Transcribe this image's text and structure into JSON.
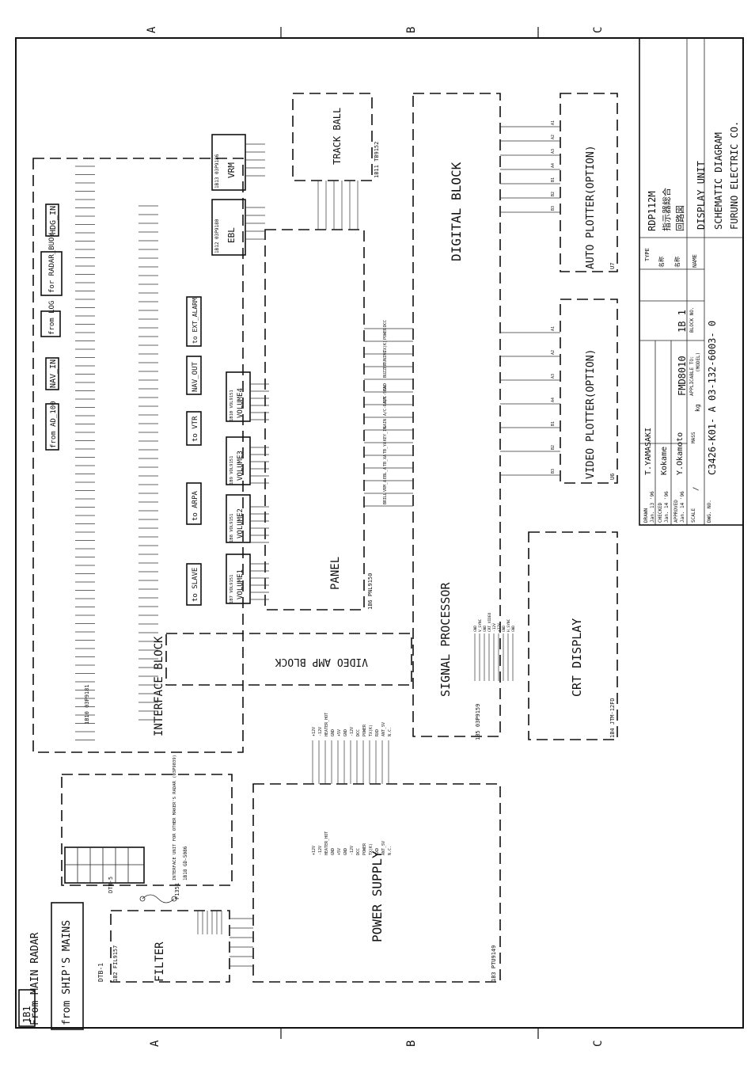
{
  "zones": {
    "left": "A",
    "middle": "B",
    "right": "C"
  },
  "title_block": {
    "type_label": "TYPE",
    "type_value": "RDP112M",
    "name_label": "名称",
    "name_value": "指示器総合",
    "name2_label": "名称",
    "name2_value": "回路図",
    "name3_label": "NAME",
    "drawn_label": "DRAWN",
    "drawn_date": "Jan. 13 '96",
    "drawn_by": "T.YAMASAKI",
    "checked_label": "CHECKED",
    "checked_date": "Jan. 14 '96",
    "checked_by": "Kokame",
    "approved_label": "APPROVED",
    "approved_date": "Jan. 14 '96",
    "approved_by": "Y.Okamoto",
    "scale_label": "SCALE",
    "scale_value": "/",
    "mass_label": "MASS",
    "mass_unit": "kg",
    "applicable_label": "APPLICABLE TO:",
    "applicable_value": "FMD8010",
    "model_label": "(MODEL)",
    "block_label": "BLOCK NO.",
    "block_value": "1B 1",
    "dwg_label": "DWG. NO.",
    "dwg_value": "C3426-K01- A  03-132-6003- 0",
    "title1": "DISPLAY UNIT",
    "title2": "SCHEMATIC DIAGRAM",
    "company": "FURUNO ELECTRIC CO."
  },
  "blocks": {
    "sheet_id": "1B1",
    "from_main_radar": "From MAIN RADAR",
    "from_ships_mains": "from SHIP'S MAINS",
    "dtb1": "DTB-1",
    "filter": "FILTER",
    "filter_ref": "1B2 FIL9157",
    "fuse": "F1351",
    "power_supply": "POWER SUPPLY",
    "power_supply_ref": "1B3 PTU9149",
    "interface_block": "INTERFACE BLOCK",
    "interface_ref": "1B10 03P9181",
    "video_amp_block": "VIDEO AMP BLOCK",
    "signal_processor": "SIGNAL PROCESSOR",
    "signal_processor_ref": "1B5 03P9159",
    "crt_display": "CRT DISPLAY",
    "crt_ref": "1B4 JTM-12FD",
    "digital_block": "DIGITAL BLOCK",
    "panel": "PANEL",
    "panel_ref": "1B6 PNL9150",
    "track_ball": "TRACK BALL",
    "track_ball_ref": "1B11 TB9152",
    "vrm": "VRM",
    "vrm_ref": "1B13 03P9186",
    "ebl": "EBL",
    "ebl_ref": "1B12 03P9180",
    "volume1": "VOLUME1",
    "volume1_ref": "1B7 VOL9151",
    "volume2": "VOLUME2",
    "volume2_ref": "1B8 VOL9151",
    "volume3": "VOLUME3",
    "volume3_ref": "1B9 VOL9151",
    "volume4": "VOLUME4",
    "volume4_ref": "1B10 VOL9151",
    "video_plotter": "VIDEO PLOTTER(OPTION)",
    "video_plotter_ref": "U6",
    "auto_plotter": "AUTO PLOTTER(OPTION)",
    "auto_plotter_ref": "U7",
    "hdg_in": "HDG_IN",
    "radar_buoy": "for RADAR_BUOY",
    "from_log": "from LOG",
    "nav_in": "NAV_IN",
    "from_ad100": "from AD_100",
    "to_ext_alarm": "to EXT_ALARM",
    "nav_out": "NAV_OUT",
    "to_vtr": "to VTR",
    "to_arpa": "to ARPA",
    "to_slave": "to SLAVE",
    "interface_unit": "INTERFACE UNIT FOR OTHER MAKER'S RADAR (03P9039)",
    "interface_unit_ref": "1B18 GD-5086",
    "dtb5": "DTB-5"
  },
  "signals": {
    "power_pins": [
      "+12V",
      "-12V",
      "HEATER_HOT",
      "GND",
      "+5V",
      "GND",
      "-12V",
      "DCC",
      "POWER",
      "TX(K)",
      "RXD",
      "ANT_SV",
      "N.C."
    ],
    "panel_pins": [
      "DCC",
      "POWER",
      "TX(K)",
      "TUNING",
      "BUZZER",
      "GND",
      "A/C-SEA",
      "A/C-RAIN",
      "GAIN",
      "KEY_IN",
      "TB_YA",
      "TB_XA",
      "EBL_A",
      "VRM_A",
      "BRILL"
    ],
    "crt_pins": [
      "GND",
      "V_SYNC",
      "GND",
      "CRT_VIDEO",
      "-12V",
      "+12V",
      "GND",
      "H_SYNC",
      "GND"
    ],
    "plotter_pins": [
      "A1",
      "A2",
      "A3",
      "A4",
      "B1",
      "B2",
      "B3"
    ]
  }
}
